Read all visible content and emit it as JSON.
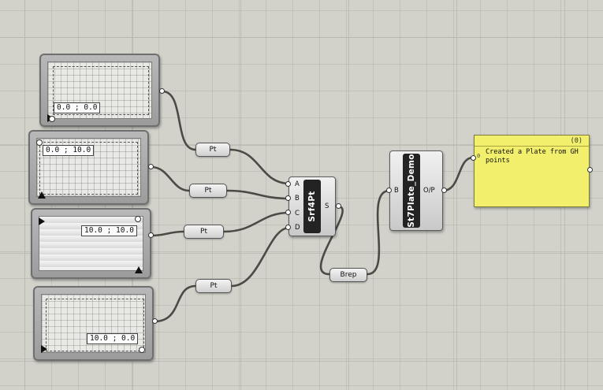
{
  "pads": [
    {
      "value": "0.0 ; 0.0"
    },
    {
      "value": "0.0 ; 10.0"
    },
    {
      "value": "10.0 ; 10.0"
    },
    {
      "value": "10.0 ; 0.0"
    }
  ],
  "relays": [
    {
      "label": "Pt"
    },
    {
      "label": "Pt"
    },
    {
      "label": "Pt"
    },
    {
      "label": "Pt"
    }
  ],
  "srf4pt": {
    "name": "Srf4Pt",
    "inputs": [
      "A",
      "B",
      "C",
      "D"
    ],
    "output": "S"
  },
  "brep_relay": {
    "label": "Brep"
  },
  "st7": {
    "name": "St7Plate_Demo",
    "input": "B",
    "output": "O/P"
  },
  "panel": {
    "header": "(0)",
    "index": "0",
    "text": "Created a Plate from GH points"
  }
}
